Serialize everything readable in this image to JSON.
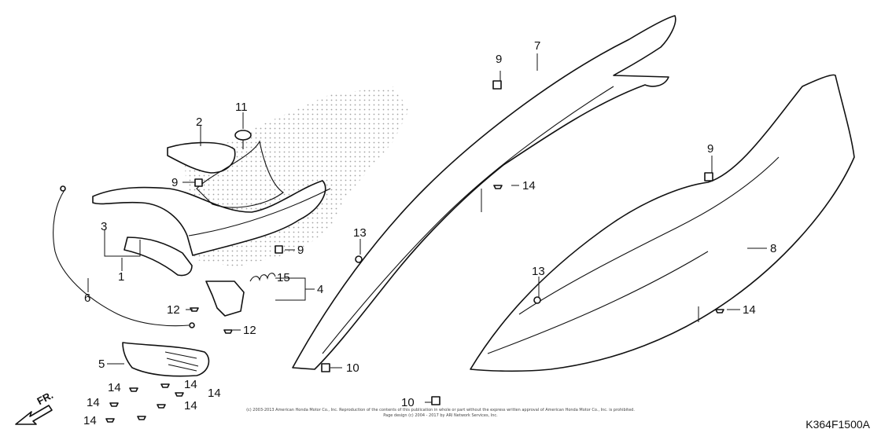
{
  "diagram_code": "K364F1500A",
  "direction_label": "FR.",
  "copyright_line1": "(c) 2003-2013 American Honda Motor Co., Inc. Reproduction of the contents of this publication in whole or part without the express written approval of American Honda Motor Co., Inc. is prohibited.",
  "copyright_line2": "Page design (c) 2004 - 2017 by ARI Network Services, Inc.",
  "callouts": [
    {
      "id": "c2",
      "text": "2"
    },
    {
      "id": "c11",
      "text": "11"
    },
    {
      "id": "c9a",
      "text": "9"
    },
    {
      "id": "c3",
      "text": "3"
    },
    {
      "id": "c1",
      "text": "1"
    },
    {
      "id": "c6",
      "text": "6"
    },
    {
      "id": "c9b",
      "text": "9"
    },
    {
      "id": "c15",
      "text": "15"
    },
    {
      "id": "c4",
      "text": "4"
    },
    {
      "id": "c12a",
      "text": "12"
    },
    {
      "id": "c12b",
      "text": "12"
    },
    {
      "id": "c13a",
      "text": "13"
    },
    {
      "id": "c5",
      "text": "5"
    },
    {
      "id": "c14a",
      "text": "14"
    },
    {
      "id": "c14b",
      "text": "14"
    },
    {
      "id": "c14c",
      "text": "14"
    },
    {
      "id": "c14d",
      "text": "14"
    },
    {
      "id": "c14e",
      "text": "14"
    },
    {
      "id": "c14f",
      "text": "14"
    },
    {
      "id": "c9c",
      "text": "9"
    },
    {
      "id": "c7",
      "text": "7"
    },
    {
      "id": "c14g",
      "text": "14"
    },
    {
      "id": "c10a",
      "text": "10"
    },
    {
      "id": "c10b",
      "text": "10"
    },
    {
      "id": "c9d",
      "text": "9"
    },
    {
      "id": "c8",
      "text": "8"
    },
    {
      "id": "c13b",
      "text": "13"
    },
    {
      "id": "c14h",
      "text": "14"
    }
  ]
}
